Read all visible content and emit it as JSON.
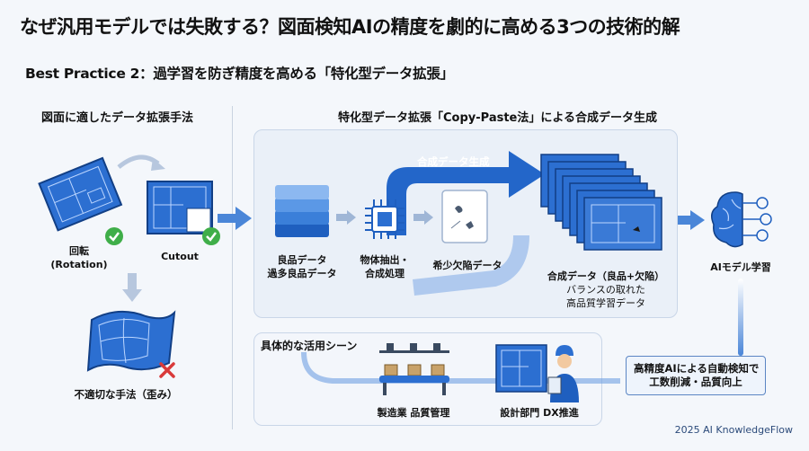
{
  "title": "なぜ汎用モデルでは失敗する？図面検知AIの精度を劇的に高める3つの技術的解",
  "subtitle": "Best Practice 2：過学習を防ぎ精度を高める「特化型データ拡張」",
  "left_section": {
    "title": "図面に適したデータ拡張手法",
    "rotation": {
      "label_line1": "回転",
      "label_line2": "(Rotation)"
    },
    "cutout": {
      "label": "Cutout"
    },
    "inappropriate": {
      "label": "不適切な手法（歪み）"
    }
  },
  "right_section": {
    "title": "特化型データ拡張「Copy-Paste法」による合成データ生成",
    "arrow_label": "合成データ生成",
    "good_data": {
      "line1": "良品データ",
      "line2": "過多良品データ"
    },
    "extraction": {
      "line1": "物体抽出・",
      "line2": "合成処理"
    },
    "rare_defect": {
      "label": "希少欠陥データ"
    },
    "synthetic": {
      "line1": "合成データ（良品+欠陥）",
      "line2": "バランスの取れた",
      "line3": "高品質学習データ"
    },
    "ai_model": {
      "label": "AIモデル学習"
    }
  },
  "use_cases": {
    "title": "具体的な活用シーン",
    "manufacturing": {
      "label": "製造業 品質管理"
    },
    "design": {
      "label": "設計部門 DX推進"
    },
    "result": {
      "line1": "高精度AIによる自動検知で",
      "line2": "工数削減・品質向上"
    }
  },
  "footer": "2025 AI KnowledgeFlow",
  "colors": {
    "blue": "#1f5fbf",
    "green": "#3fae49",
    "red": "#d93a3a",
    "panel": "#eaf0f8"
  }
}
